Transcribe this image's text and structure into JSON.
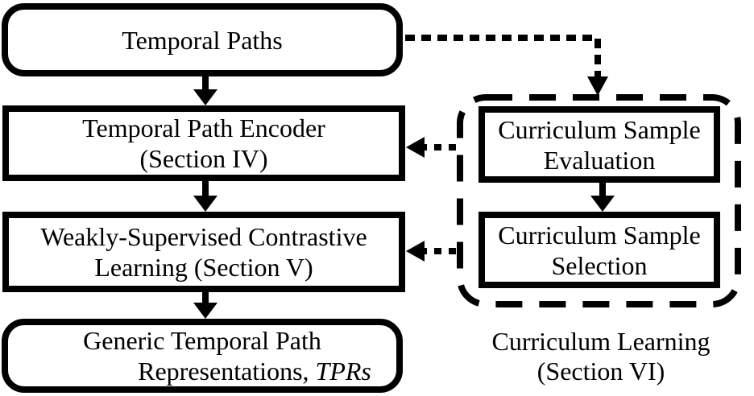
{
  "figure": {
    "background": "#ffffff",
    "stroke_color": "#000000",
    "nodes": {
      "temporal_paths": {
        "label": "Temporal Paths"
      },
      "temporal_path_encoder": {
        "line1": "Temporal Path Encoder",
        "line2": "(Section IV)"
      },
      "weakly_supervised_contrastive": {
        "line1": "Weakly-Supervised Contrastive",
        "line2": "Learning (Section V)"
      },
      "generic_tpr": {
        "line1": "Generic Temporal Path",
        "line2_text": "Representations, ",
        "line2_italic": "TPRs"
      },
      "curriculum_sample_evaluation": {
        "line1": "Curriculum Sample",
        "line2": "Evaluation"
      },
      "curriculum_sample_selection": {
        "line1": "Curriculum Sample",
        "line2": "Selection"
      }
    },
    "caption": {
      "line1": "Curriculum Learning",
      "line2": "(Section VI)"
    }
  }
}
